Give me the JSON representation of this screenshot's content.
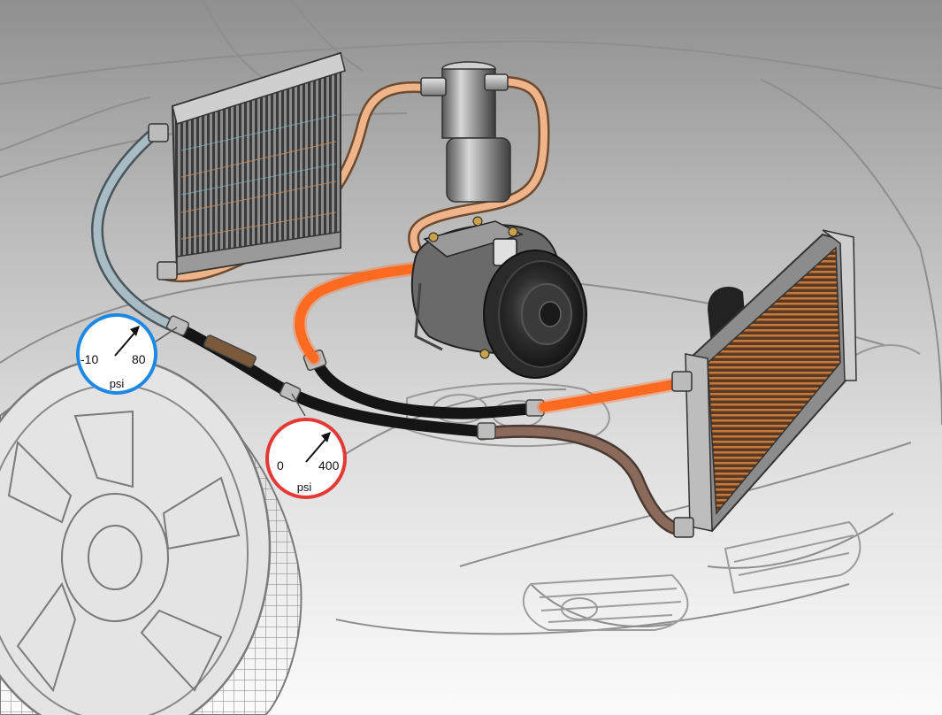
{
  "colors": {
    "low_side_gauge_ring": "#1e88e5",
    "high_side_gauge_ring": "#e53935",
    "high_pressure_vapor_line": "#ff6a21",
    "receiver_line": "#f0b48b",
    "condenser_outlet_line": "#a9bcc4",
    "low_side_line": "#8a6a5a",
    "suction_discharge_hose": "#151515"
  },
  "gauges": {
    "low_side": {
      "min_label": "-10",
      "max_label": "80",
      "unit": "psi"
    },
    "high_side": {
      "min_label": "0",
      "max_label": "400",
      "unit": "psi"
    }
  }
}
